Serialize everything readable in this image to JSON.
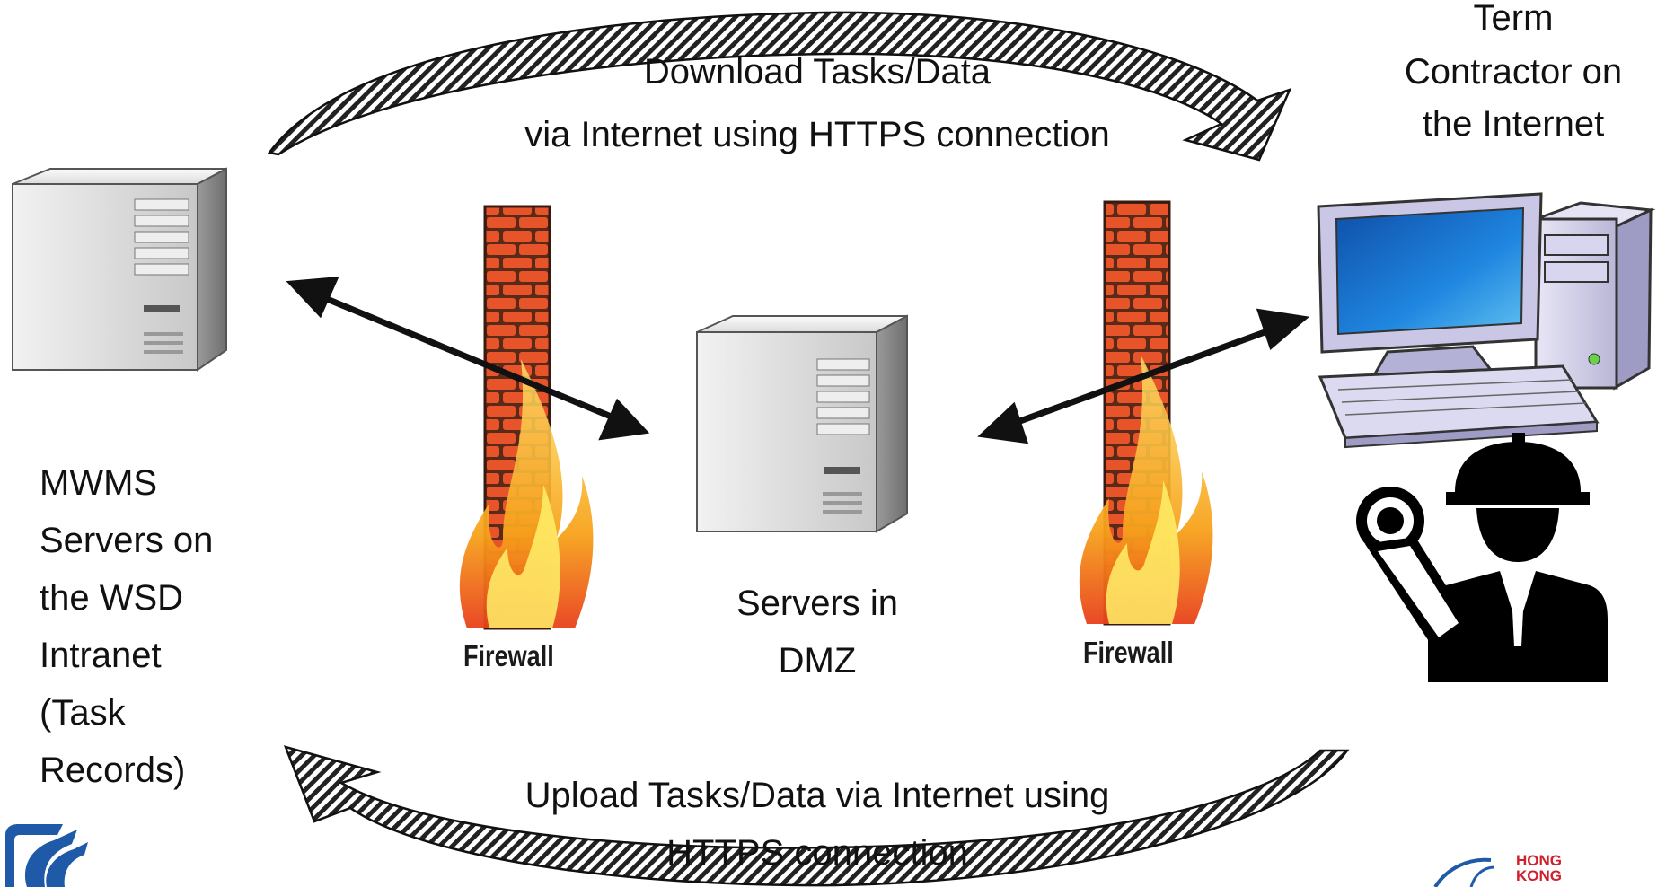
{
  "labels": {
    "top_arc_line1": "Download Tasks/Data",
    "top_arc_line2": "via Internet using HTTPS connection",
    "bottom_arc_line1": "Upload Tasks/Data via Internet using",
    "bottom_arc_line2": "HTTPS connection",
    "left_server_lines": [
      "MWMS",
      "Servers on",
      "the WSD",
      "Intranet",
      "(Task",
      "Records)"
    ],
    "contractor_lines": [
      "Term",
      "Contractor on",
      "the Internet"
    ],
    "dmz_lines": [
      "Servers in",
      "DMZ"
    ],
    "firewall_left": "Firewall",
    "firewall_right": "Firewall",
    "logo_right_text": [
      "HONG",
      "KONG"
    ]
  },
  "colors": {
    "brick": "#e8542a",
    "brick_mortar": "#5a2a18",
    "flame_outer": "#f7a21b",
    "flame_inner": "#ffe24d",
    "server_body": "#d9d9d9",
    "arrow": "#111111",
    "logo_blue": "#1f5aa8",
    "logo_red": "#d0202e"
  },
  "icons": [
    "server-icon",
    "desktop-computer-icon",
    "engineer-icon",
    "firewall-icon",
    "wsd-logo",
    "hong-kong-logo"
  ]
}
